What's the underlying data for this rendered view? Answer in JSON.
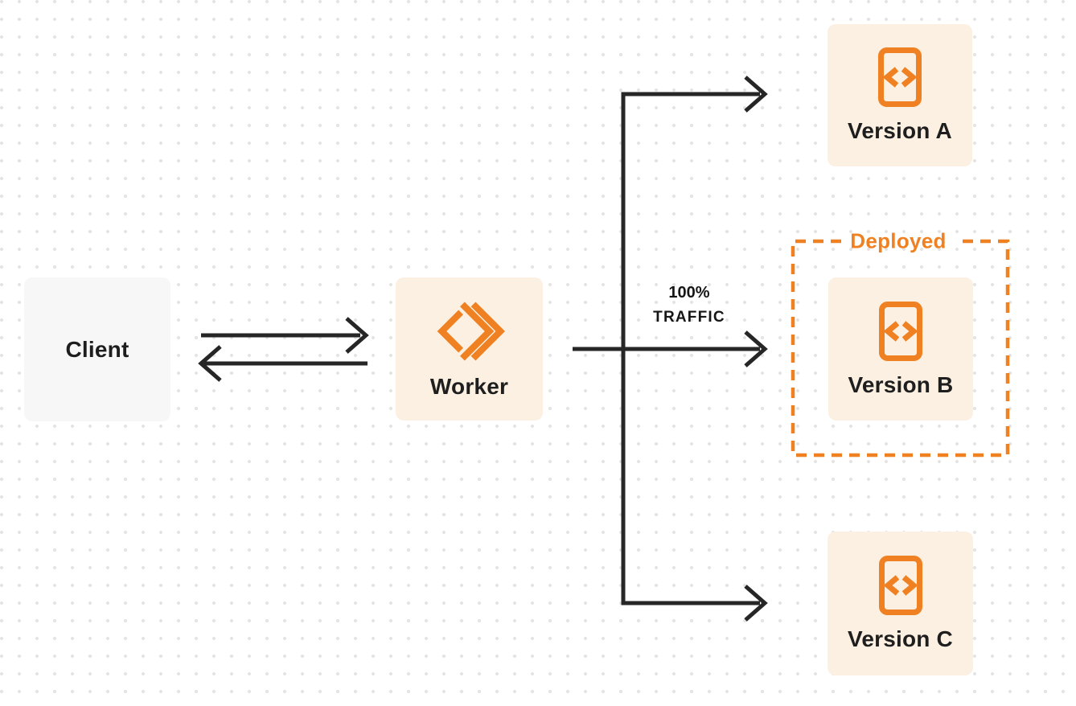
{
  "nodes": {
    "client": {
      "label": "Client"
    },
    "worker": {
      "label": "Worker"
    },
    "version_a": {
      "label": "Version A"
    },
    "version_b": {
      "label": "Version B"
    },
    "version_c": {
      "label": "Version C"
    }
  },
  "groups": {
    "deployed": {
      "label": "Deployed",
      "style": "dashed-border"
    }
  },
  "edges": {
    "worker_to_version_b": {
      "label_line1": "100%",
      "label_line2": "TRAFFIC"
    }
  },
  "icons": {
    "worker": "workers-chevrons-icon",
    "versions": "code-file-icon"
  },
  "colors": {
    "accent_orange": "#ef8122",
    "node_cream": "#fbf0e1",
    "node_gray": "#f7f7f8",
    "connector_dark": "#262626",
    "dot_grid": "#e4e4e4",
    "background": "#ffffff",
    "text_dark": "#1e1e1e"
  }
}
